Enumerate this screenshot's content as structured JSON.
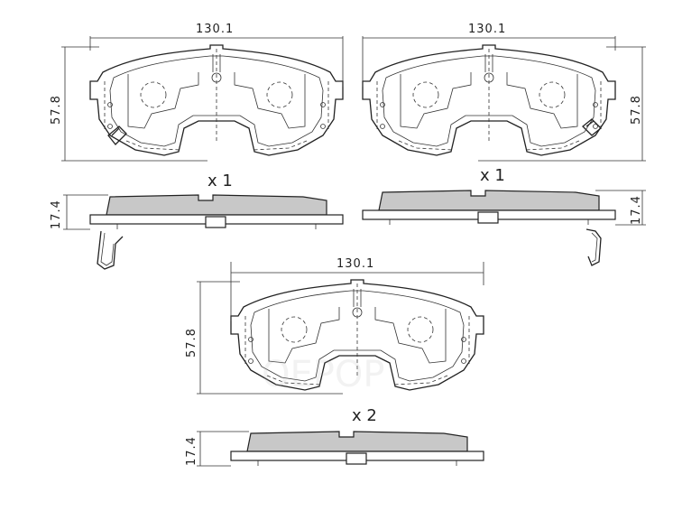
{
  "views": [
    {
      "id": "top-left",
      "width_label": "130.1",
      "height_label": "57.8"
    },
    {
      "id": "top-right",
      "width_label": "130.1",
      "height_label": "57.8"
    },
    {
      "id": "bottom",
      "width_label": "130.1",
      "height_label": "57.8"
    }
  ],
  "side_views": [
    {
      "id": "side-top-left",
      "thickness_label": "17.4"
    },
    {
      "id": "side-top-right",
      "thickness_label": "17.4"
    },
    {
      "id": "side-bottom",
      "thickness_label": "17.4"
    }
  ],
  "quantities": [
    {
      "id": "qty-left",
      "label": "x 1"
    },
    {
      "id": "qty-right",
      "label": "x 1"
    },
    {
      "id": "qty-bottom",
      "label": "x 2"
    }
  ],
  "watermark": "OEPOP",
  "colors": {
    "lining": "#c8c8c8",
    "line": "#222222"
  }
}
